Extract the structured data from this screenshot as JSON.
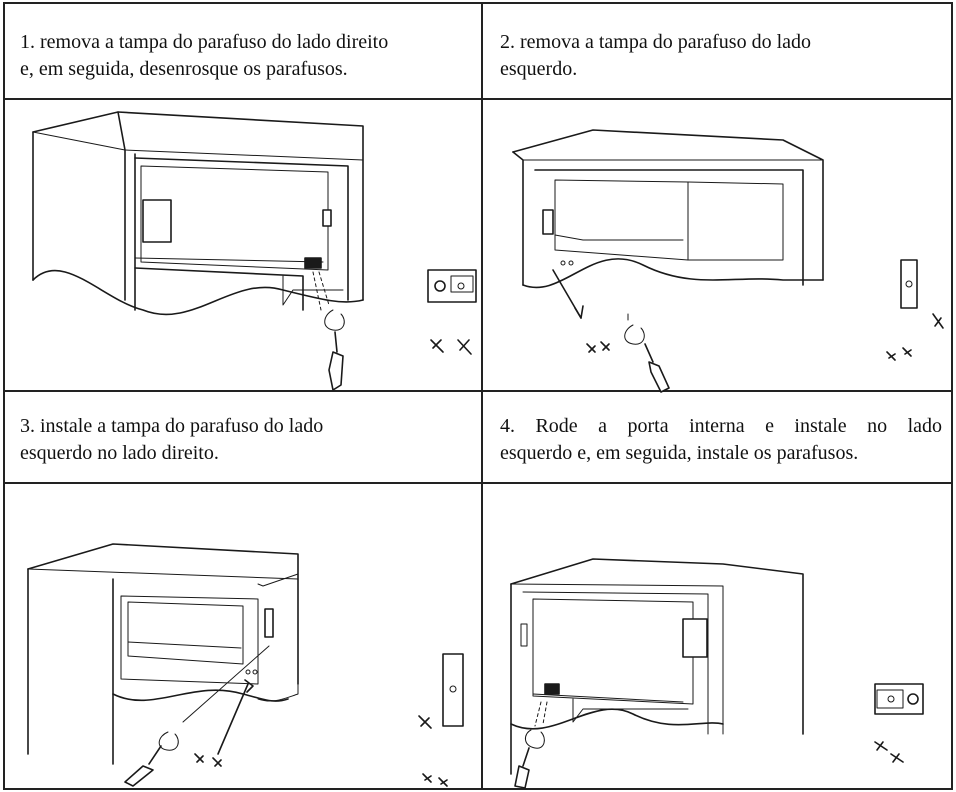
{
  "steps": [
    {
      "number": "1.",
      "text": "remova a tampa do parafuso do lado direito e, em seguida, desenrosque os parafusos."
    },
    {
      "number": "2.",
      "text": "remova a tampa do parafuso do lado esquerdo."
    },
    {
      "number": "3.",
      "text": "instale a tampa do parafuso do lado esquerdo no lado direito."
    },
    {
      "number": "4.",
      "text": "Rode a porta interna e instale no lado esquerdo e, em seguida, instale os parafusos."
    }
  ],
  "lines": {
    "s1": [
      "1. remova a tampa do parafuso do lado direito",
      "e, em seguida, desenrosque os parafusos."
    ],
    "s2": [
      "2. remova a tampa do parafuso do lado",
      "esquerdo."
    ],
    "s3": [
      "3. instale a tampa do parafuso do lado",
      "esquerdo no lado direito."
    ],
    "s4": [
      "4. Rode a porta interna e instale no lado",
      "esquerdo e, em seguida, instale os parafusos."
    ]
  }
}
